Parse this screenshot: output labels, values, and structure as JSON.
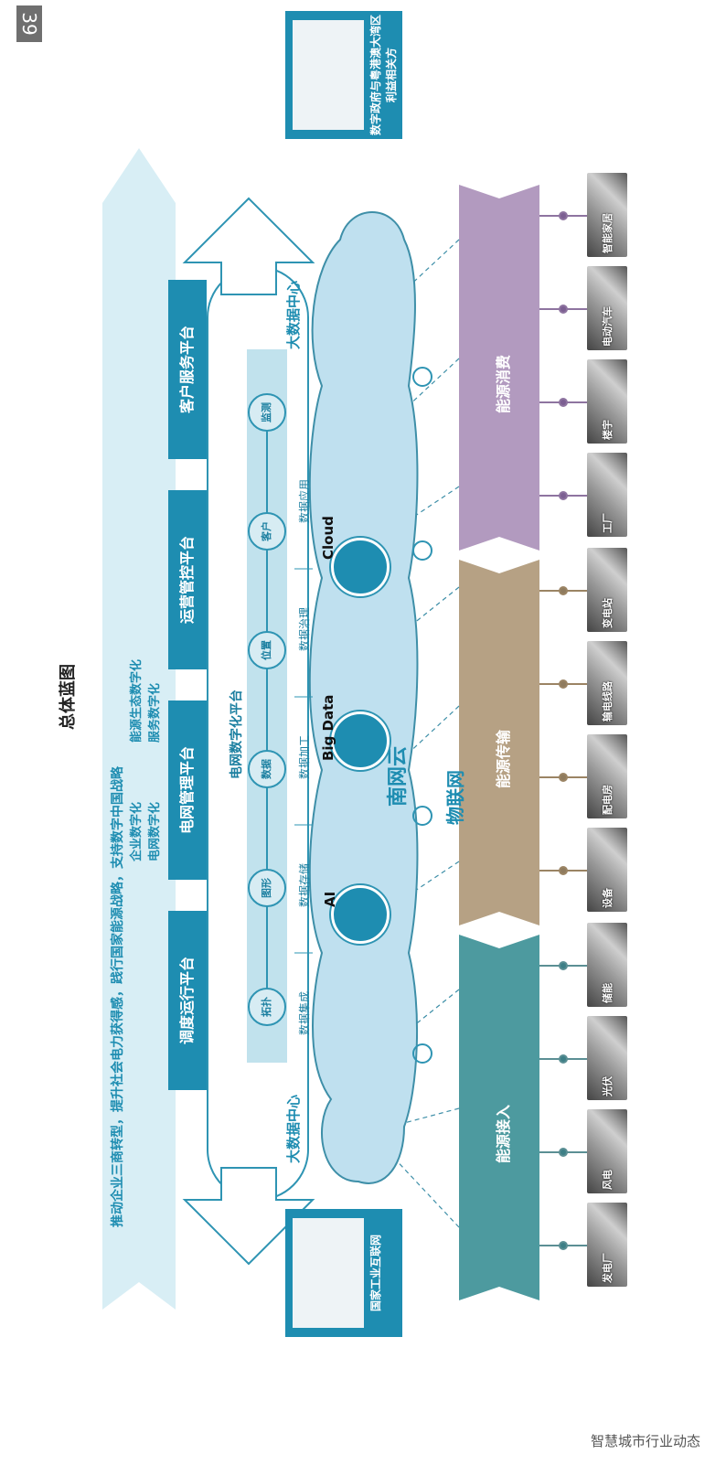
{
  "page_number": "39",
  "title": "总体蓝图",
  "colors": {
    "accent": "#1e8db1",
    "teal": "#4d9a9f",
    "tan": "#b6a184",
    "purple": "#b29abf",
    "cloud": "#bfe0ef"
  },
  "sources": {
    "generation": {
      "label": "能源接入",
      "items": [
        "发电厂",
        "风电",
        "光伏",
        "储能"
      ]
    },
    "transmission": {
      "label": "能源传输",
      "items": [
        "设备",
        "配电房",
        "输电线路",
        "变电站"
      ]
    },
    "consumption": {
      "label": "能源消费",
      "items": [
        "工厂",
        "楼宇",
        "电动汽车",
        "智能家居"
      ]
    }
  },
  "iot_label": "物联网",
  "cloud": {
    "name": "南网云",
    "tech": [
      "AI",
      "Big Data",
      "Cloud"
    ]
  },
  "data_center_label": "大数据中心",
  "data_flow": [
    "数据集成",
    "数据存储",
    "数据加工",
    "数据治理",
    "数据应用"
  ],
  "digital_platform": {
    "title": "电网数字化平台",
    "nodes": [
      "拓扑",
      "图形",
      "数据",
      "位置",
      "客户",
      "监测"
    ]
  },
  "platforms": [
    "调度运行平台",
    "电网管理平台",
    "运营管控平台",
    "客户服务平台"
  ],
  "digitization": [
    "电网数字化",
    "企业数字化",
    "服务数字化",
    "能源生态数字化"
  ],
  "vision": "推动企业三商转型，提升社会电力获得感，践行国家能源战略，支持数字中国战略",
  "external_top": "数字政府与粤港澳大湾区利益相关方",
  "external_bottom": "国家工业互联网",
  "watermark": "智慧城市行业动态"
}
